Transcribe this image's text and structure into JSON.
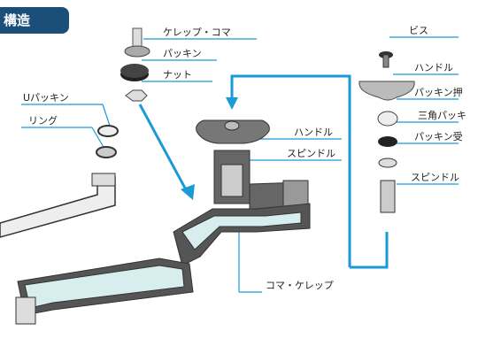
{
  "header": {
    "title": "構造"
  },
  "labels": {
    "kerep_koma": "ケレップ・コマ",
    "packing": "パッキン",
    "nut": "ナット",
    "u_packing": "Uパッキン",
    "ring": "リング",
    "handle_main": "ハンドル",
    "spindle_main": "スピンドル",
    "koma_kerep": "コマ・ケレップ",
    "screw": "ビス",
    "handle_right": "ハンドル",
    "packing_presser": "パッキン押",
    "triangle_packing": "三角パッキ",
    "packing_receiver": "パッキン受",
    "spindle_right": "スピンドル"
  },
  "colors": {
    "header_bg": "#1b4f7a",
    "arrow": "#1a9ad6",
    "line": "#1a9ad6",
    "pipe_fill": "#d8eeee",
    "body_dark": "#555555"
  }
}
